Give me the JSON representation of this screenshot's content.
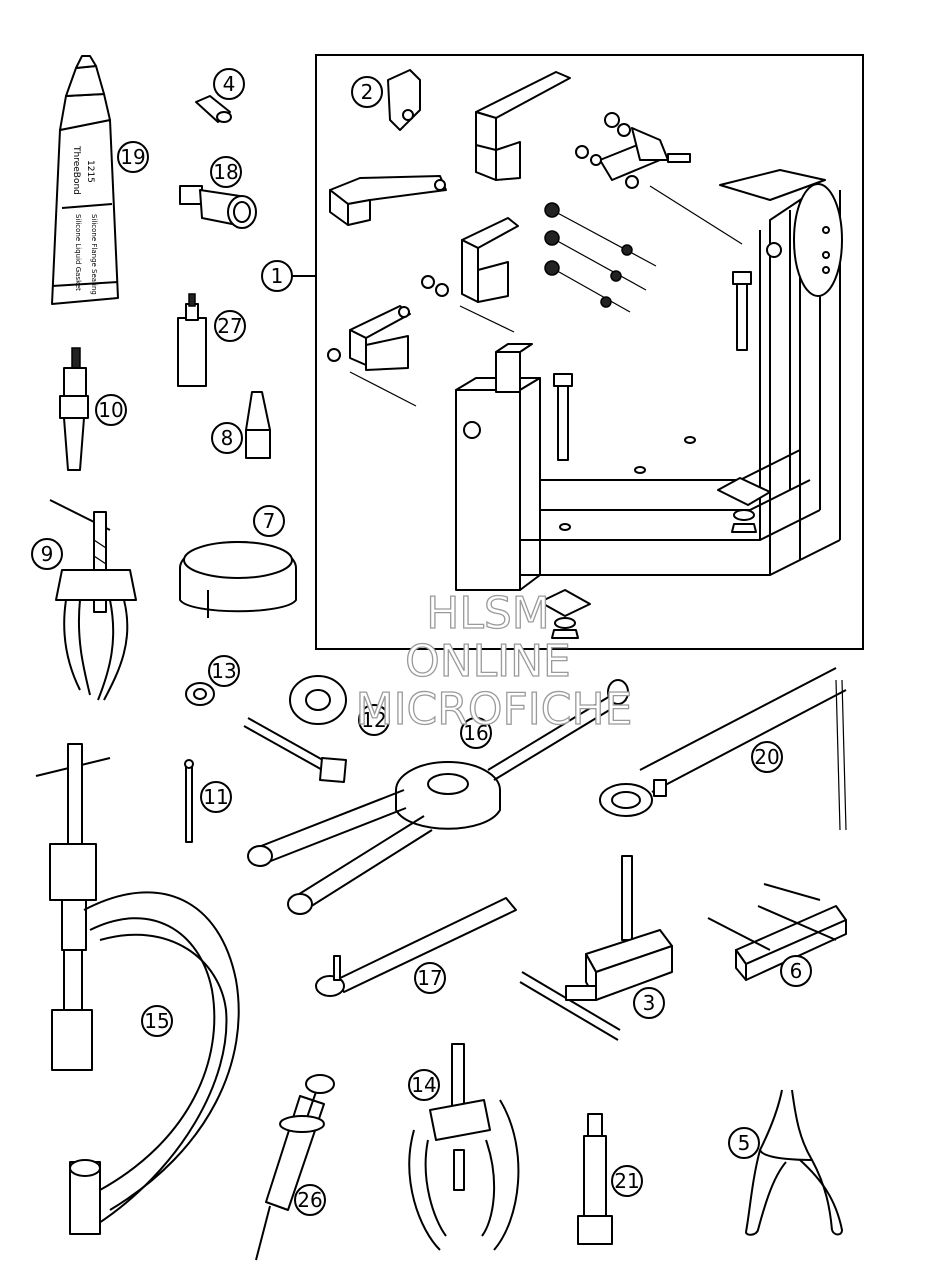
{
  "callouts": [
    "1",
    "2",
    "3",
    "4",
    "5",
    "6",
    "7",
    "8",
    "9",
    "10",
    "11",
    "12",
    "13",
    "14",
    "15",
    "16",
    "17",
    "18",
    "19",
    "20",
    "21",
    "26",
    "27"
  ],
  "tube_labels": {
    "brand": "ThreeBond",
    "code": "1215",
    "line1": "Silicone Liquid Gasket",
    "line2": "Silicone Flange Sealing"
  },
  "watermark": {
    "line1": "HLSM",
    "line2": "ONLINE",
    "line3": "MICROFICHE"
  }
}
